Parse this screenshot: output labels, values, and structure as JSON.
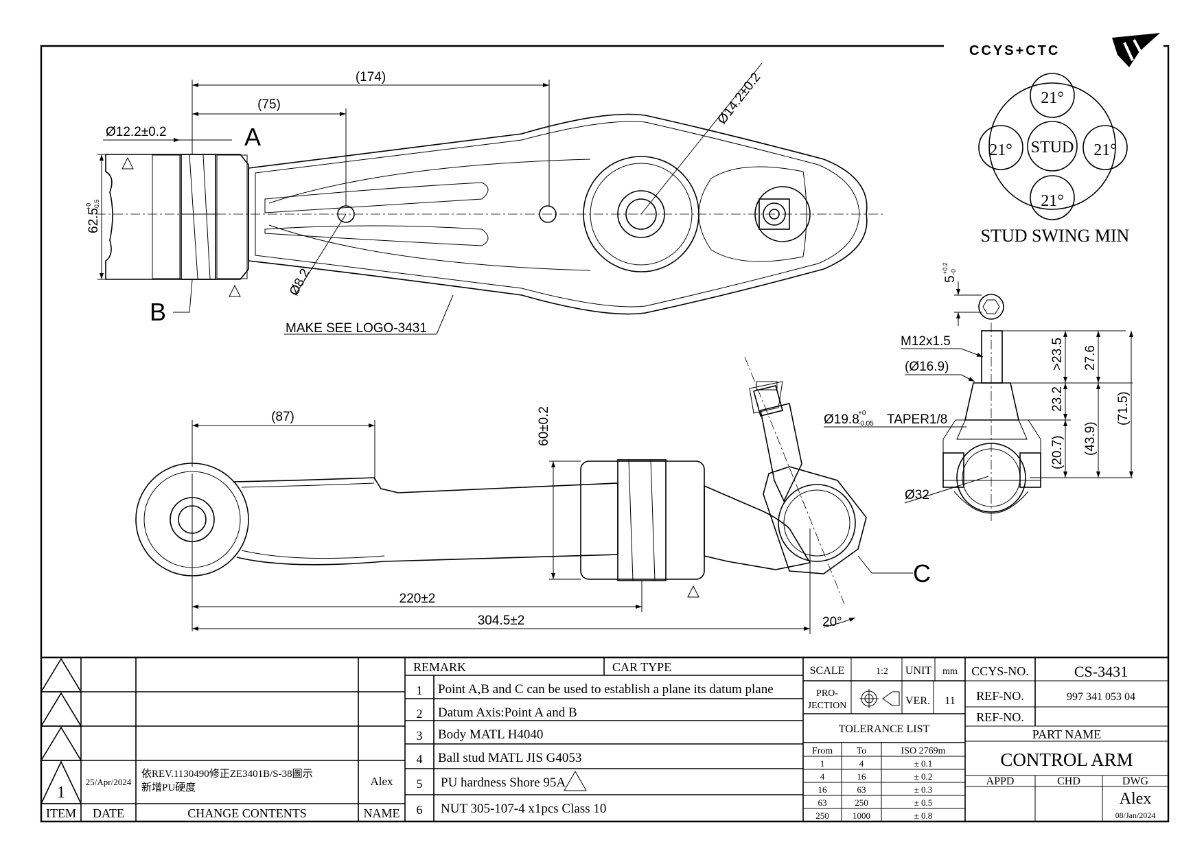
{
  "brand": {
    "logo_text": "CCYS+CTC"
  },
  "stud_swing": {
    "title": "STUD SWING MIN",
    "center": "STUD",
    "angles": [
      "21°",
      "21°",
      "21°",
      "21°"
    ]
  },
  "labels": {
    "point_a": "A",
    "point_b": "B",
    "point_c": "C",
    "logo_note": "MAKE SEE LOGO-3431"
  },
  "dims": {
    "top_174": "(174)",
    "top_75": "(75)",
    "d_bush": "Ø12.2±0.2",
    "h_bush": "62.5",
    "h_bush_tol_up": "+0",
    "h_bush_tol_dn": "-0.5",
    "d_hole": "Ø8.2",
    "d_ball": "Ø14.2±0.2",
    "side_87": "(87)",
    "side_60": "60±0.2",
    "side_220": "220±2",
    "side_304": "304.5±2",
    "angle_20": "20°",
    "hex_5": "5",
    "hex_5_up": "+0.2",
    "hex_5_dn": "-0",
    "thread": "M12x1.5",
    "d_169": "(Ø16.9)",
    "taper_d": "Ø19.8",
    "taper_up": "+0",
    "taper_dn": "-0.05",
    "taper": "TAPER1/8",
    "d_32": "Ø32",
    "v_235": ">23.5",
    "v_276": "27.6",
    "v_232": "23.2",
    "v_207": "(20.7)",
    "v_439": "(43.9)",
    "v_715": "(71.5)"
  },
  "revision": {
    "rows": [
      {
        "rev": "",
        "date": "",
        "contents": "",
        "name": ""
      },
      {
        "rev": "",
        "date": "",
        "contents": "",
        "name": ""
      },
      {
        "rev": "",
        "date": "",
        "contents": "",
        "name": ""
      },
      {
        "rev": "1",
        "date": "25/Apr/2024",
        "contents_1": "依REV.1130490修正ZE3401B/S-38圖示",
        "contents_2": "新增PU硬度",
        "name": "Alex"
      }
    ],
    "headers": {
      "item": "ITEM",
      "date": "DATE",
      "contents": "CHANGE CONTENTS",
      "name": "NAME"
    }
  },
  "remarks": {
    "header": "REMARK",
    "car_type": "CAR TYPE",
    "items": [
      {
        "no": "1",
        "text": "Point A,B and C can be used to establish a plane its datum plane"
      },
      {
        "no": "2",
        "text": "Datum Axis:Point A and B"
      },
      {
        "no": "3",
        "text": "Body MATL H4040"
      },
      {
        "no": "4",
        "text": "Ball stud MATL JIS G4053"
      },
      {
        "no": "5",
        "text": "PU hardness Shore 95A"
      },
      {
        "no": "6",
        "text": "NUT 305-107-4 x1pcs Class 10"
      }
    ]
  },
  "specs": {
    "scale_label": "SCALE",
    "scale": "1:2",
    "unit_label": "UNIT",
    "unit": "mm",
    "projection_1": "PRO-",
    "projection_2": "JECTION",
    "ver_label": "VER.",
    "ver": "11",
    "tolerance_title": "TOLERANCE LIST",
    "tol_from": "From",
    "tol_to": "To",
    "tol_std": "ISO 2769m",
    "tolerances": [
      {
        "from": "1",
        "to": "4",
        "tol": "± 0.1"
      },
      {
        "from": "4",
        "to": "16",
        "tol": "± 0.2"
      },
      {
        "from": "16",
        "to": "63",
        "tol": "± 0.3"
      },
      {
        "from": "63",
        "to": "250",
        "tol": "± 0.5"
      },
      {
        "from": "250",
        "to": "1000",
        "tol": "± 0.8"
      }
    ]
  },
  "title_block": {
    "ccys_label": "CCYS-NO.",
    "ccys_no": "CS-3431",
    "ref_label_1": "REF-NO.",
    "ref_no_1": "997 341 053 04",
    "ref_label_2": "REF-NO.",
    "ref_no_2": "",
    "part_name_label": "PART NAME",
    "part_name": "CONTROL ARM",
    "appd": "APPD",
    "chd": "CHD",
    "dwg": "DWG",
    "dwg_name": "Alex",
    "dwg_date": "08/Jan/2024"
  }
}
